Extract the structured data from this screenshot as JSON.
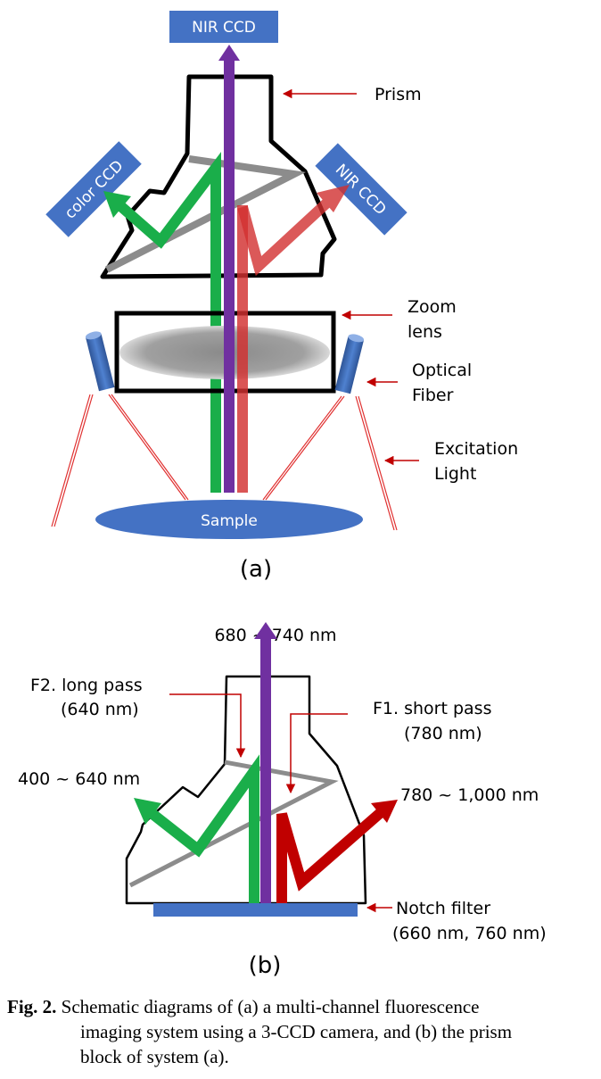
{
  "diagram_a": {
    "top_ccd": "NIR CCD",
    "left_ccd": "color CCD",
    "right_ccd": "NIR CCD",
    "prism": "Prism",
    "zoom_lens_line1": "Zoom",
    "zoom_lens_line2": "lens",
    "fiber_line1": "Optical",
    "fiber_line2": "Fiber",
    "excitation_line1": "Excitation",
    "excitation_line2": "Light",
    "sample": "Sample",
    "panel_label": "(a)"
  },
  "diagram_b": {
    "top_range": "680 ~ 740 nm",
    "f2_line1": "F2. long pass",
    "f2_line2": "(640 nm)",
    "f1_line1": "F1. short pass",
    "f1_line2": "(780 nm)",
    "left_range": "400 ~ 640 nm",
    "right_range": "780 ~ 1,000 nm",
    "notch_line1": "Notch filter",
    "notch_line2": "(660 nm, 760 nm)",
    "panel_label": "(b)"
  },
  "caption": {
    "label": "Fig. 2.",
    "line1": "Schematic diagrams of (a) a multi-channel fluorescence",
    "line2": "imaging system using a 3-CCD camera, and (b) the prism",
    "line3": "block of system (a)."
  },
  "colors": {
    "ccd_blue": "#4472c4",
    "green_beam": "#1aae4a",
    "purple_beam": "#7030a0",
    "red_beam": "#c00000",
    "red_beam_light": "#e06060",
    "gray_ray": "#8c8c8c",
    "pointer_red": "#c00000"
  }
}
